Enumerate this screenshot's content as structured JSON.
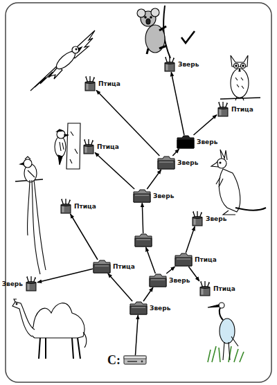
{
  "diagram": {
    "nodes": [
      {
        "text": [
          "Зверь"
        ]
      },
      {
        "text": [
          "Птица"
        ]
      },
      {
        "text": [
          "Птица"
        ]
      },
      {
        "text": [
          "Зверь"
        ]
      },
      {
        "text": [
          "Птица"
        ]
      },
      {
        "text": [
          "Зверь"
        ]
      },
      {
        "text": [
          "Зверь"
        ]
      },
      {
        "text": [
          "Птица"
        ]
      },
      {
        "text": [
          "Зверь"
        ]
      },
      {
        "text": []
      },
      {
        "text": [
          "Птица"
        ]
      },
      {
        "text": [
          "Птица"
        ]
      },
      {
        "text": [
          "Зверь"
        ]
      },
      {
        "text": [
          "Зверь"
        ]
      },
      {
        "text": [
          "Птица"
        ]
      },
      {
        "text": [
          "Зверь"
        ]
      },
      {
        "text": [
          "C:"
        ]
      }
    ],
    "edges": [
      {
        "from": 16,
        "to": 15,
        "arrow": "to"
      },
      {
        "from": 15,
        "to": 11,
        "arrow": "to"
      },
      {
        "from": 15,
        "to": 12,
        "arrow": "to"
      },
      {
        "from": 11,
        "to": 7,
        "arrow": "to"
      },
      {
        "from": 11,
        "to": 13,
        "arrow": "to"
      },
      {
        "from": 12,
        "to": 9,
        "arrow": "to"
      },
      {
        "from": 12,
        "to": 10,
        "arrow": "to"
      },
      {
        "from": 10,
        "to": 8,
        "arrow": "to"
      },
      {
        "from": 10,
        "to": 14,
        "arrow": "to"
      },
      {
        "from": 9,
        "to": 6,
        "arrow": "to"
      },
      {
        "from": 6,
        "to": 4,
        "arrow": "to"
      },
      {
        "from": 6,
        "to": 5,
        "arrow": "to"
      },
      {
        "from": 5,
        "to": 1,
        "arrow": "to"
      },
      {
        "from": 5,
        "to": 3,
        "arrow": "to"
      },
      {
        "from": 3,
        "to": 0,
        "arrow": "to"
      },
      {
        "from": 3,
        "to": 2,
        "arrow": "to"
      }
    ]
  }
}
